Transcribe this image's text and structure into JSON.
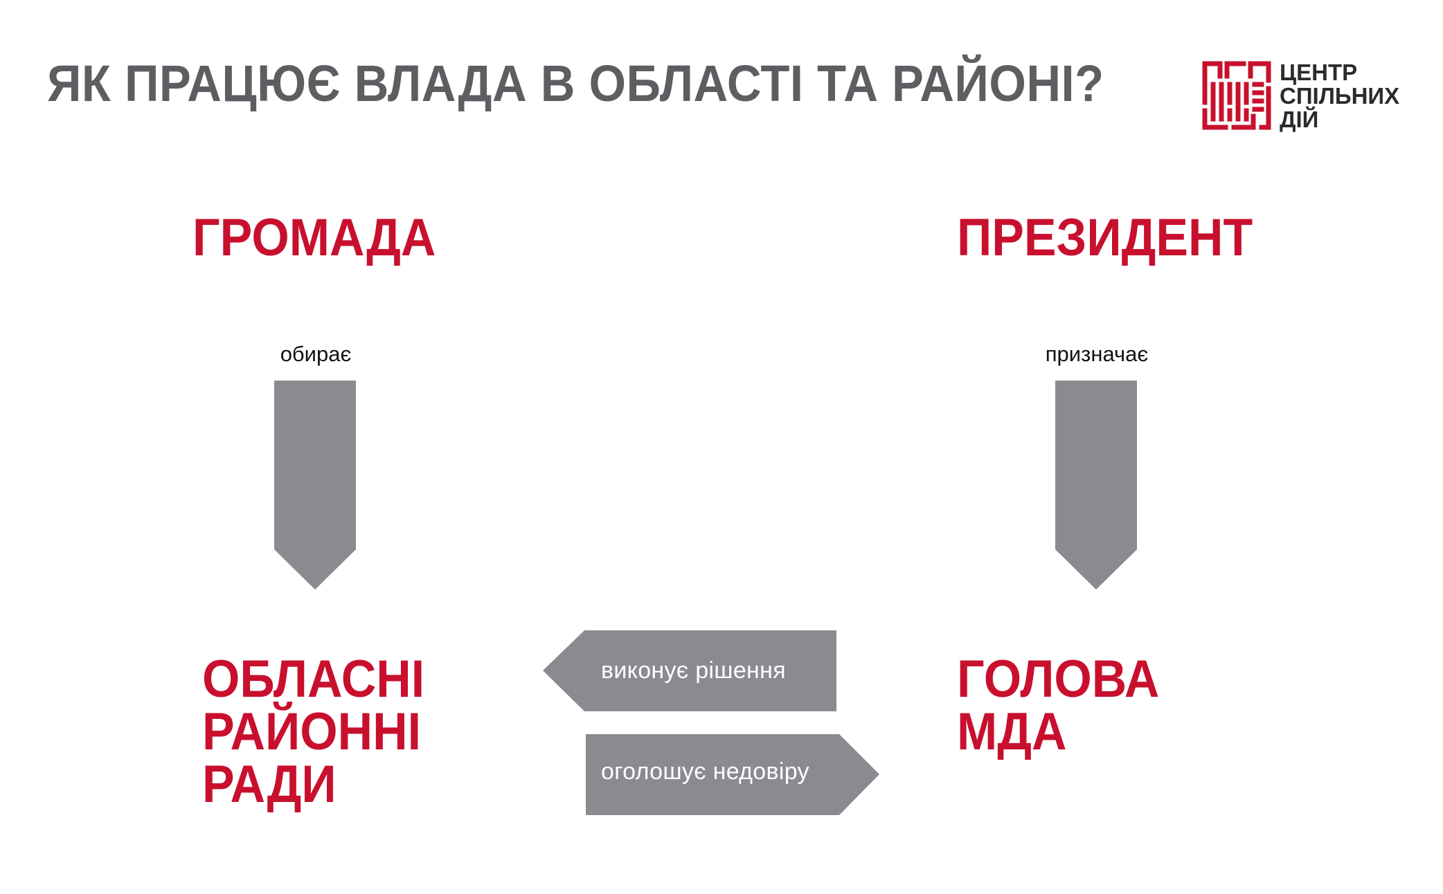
{
  "title": "ЯК ПРАЦЮЄ ВЛАДА В ОБЛАСТІ ТА РАЙОНІ?",
  "logo": {
    "lines": [
      "ЦЕНТР",
      "СПІЛЬНИХ",
      "ДІЙ"
    ],
    "icon": "maze-grid-logo",
    "color": "#c8102e"
  },
  "colors": {
    "accent": "#c8102e",
    "arrow": "#8a8b90",
    "title": "#5d5e62"
  },
  "nodes": {
    "hromada": [
      "ГРОМАДА"
    ],
    "president": [
      "ПРЕЗИДЕНТ"
    ],
    "councils": [
      "ОБЛАСНІ",
      "РАЙОННІ",
      "РАДИ"
    ],
    "head": [
      "ГОЛОВА",
      "МДА"
    ]
  },
  "edges": {
    "elects": "обирає",
    "appoints": "призначає",
    "executes": "виконує рішення",
    "no_confidence": "оголошує недовіру"
  }
}
